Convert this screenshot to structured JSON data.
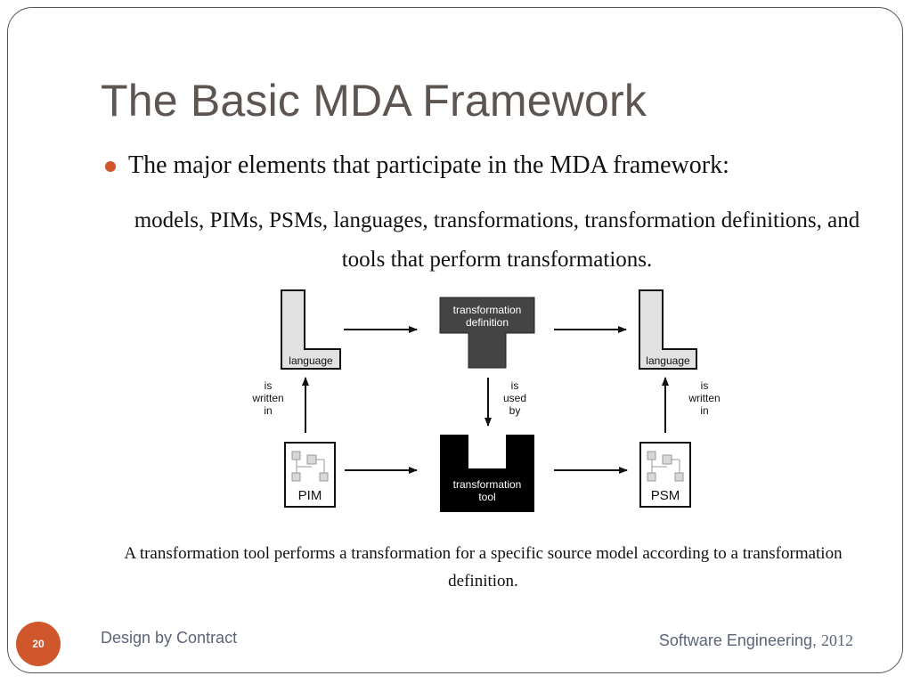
{
  "slide": {
    "title": "The Basic MDA Framework",
    "bullet": "The major elements that participate in the MDA framework:",
    "sub_bullet": "models, PIMs, PSMs, languages, transformations, transformation definitions, and tools that perform transformations.",
    "caption": "A transformation tool performs a transformation for a specific source model according to a transformation definition."
  },
  "diagram": {
    "language_left": "language",
    "language_right": "language",
    "transformation_definition": [
      "transformation",
      "definition"
    ],
    "transformation_tool": [
      "transformation",
      "tool"
    ],
    "pim": "PIM",
    "psm": "PSM",
    "is_written_in_left": [
      "is",
      "written",
      "in"
    ],
    "is_written_in_right": [
      "is",
      "written",
      "in"
    ],
    "is_used_by": [
      "is",
      "used",
      "by"
    ]
  },
  "footer": {
    "page_number": "20",
    "left": "Design by Contract",
    "right_text": "Software Engineering,",
    "right_year": "2012"
  },
  "colors": {
    "accent": "#d0562b",
    "title": "#5c5551",
    "footer": "#5c6478"
  }
}
